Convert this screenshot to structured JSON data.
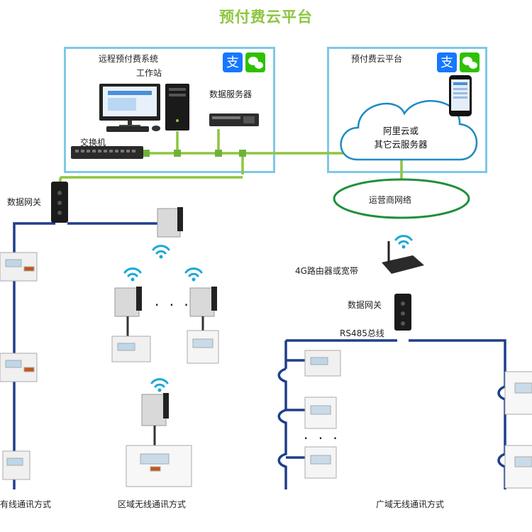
{
  "header": {
    "title": "预付费云平台"
  },
  "colors": {
    "title": "#8cc63f",
    "box_border": "#7fc8e8",
    "ethernet": "#8dc63f",
    "rs485": "#1e3f8c",
    "carrier_ring": "#1f8f3a",
    "wifi": "#1aa7d8"
  },
  "left_box": {
    "title": "远程预付费系统",
    "workstation": "工作站",
    "data_server": "数据服务器",
    "switch": "交换机",
    "pay_icons": [
      "alipay-icon",
      "wechat-icon"
    ]
  },
  "right_box": {
    "title": "预付费云平台",
    "cloud_label": "阿里云或\n其它云服务器",
    "pay_icons": [
      "alipay-icon",
      "wechat-icon"
    ]
  },
  "carrier": {
    "label": "运营商网络"
  },
  "labels": {
    "gateway_left": "数据网关",
    "router": "4G路由器或宽带",
    "gateway_right": "数据网关",
    "rs485": "RS485总线",
    "ellipsis": "· · ·"
  },
  "footer": {
    "wired": "有线通讯方式",
    "area_wireless": "区域无线通讯方式",
    "wide_wireless": "广域无线通讯方式"
  }
}
